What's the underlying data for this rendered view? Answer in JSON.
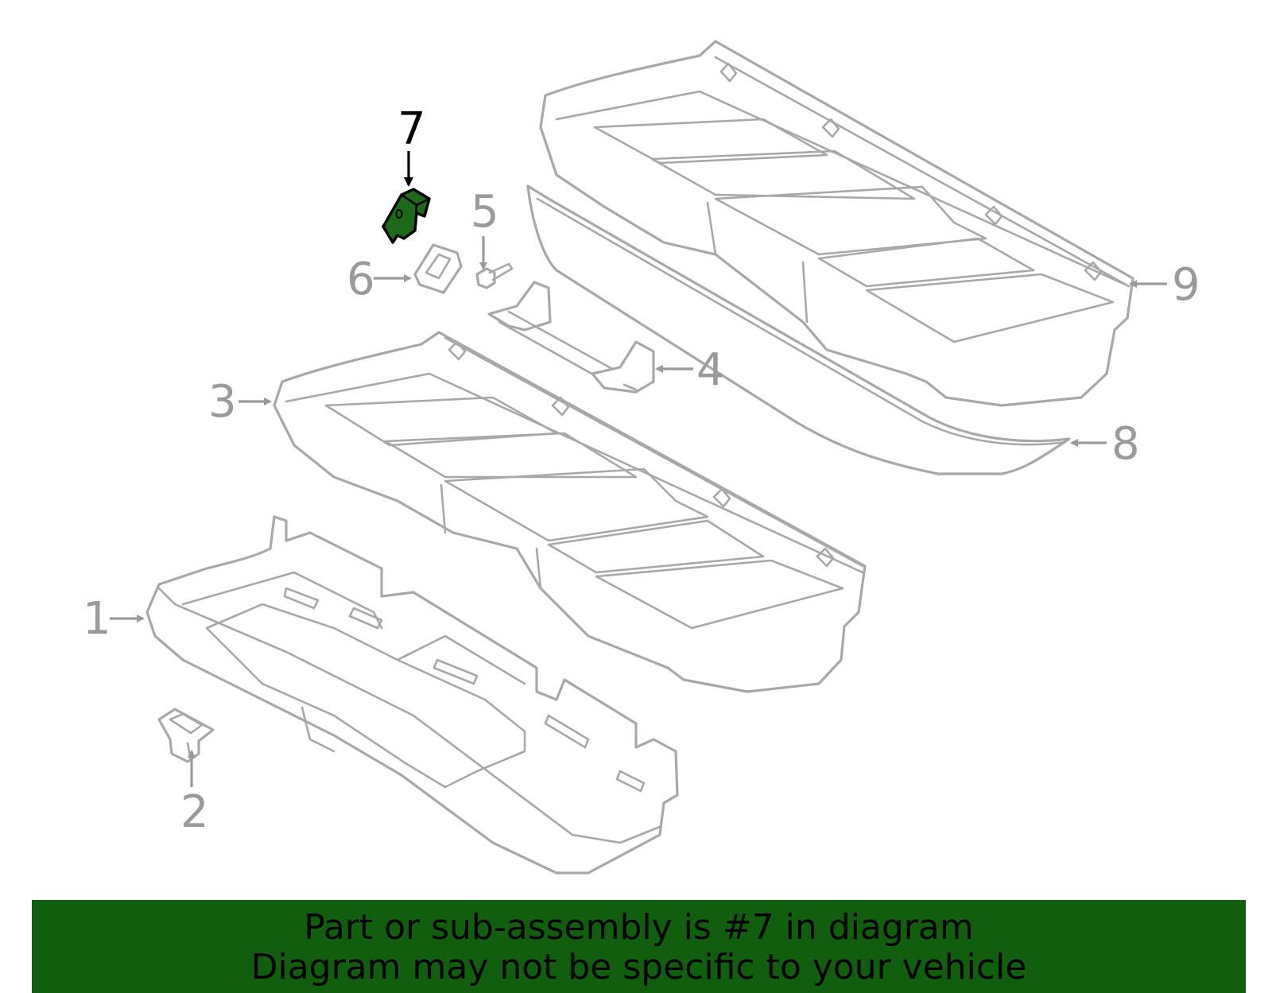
{
  "diagram": {
    "highlighted_part": "7",
    "highlight_color": "#1f6a1a",
    "callouts": {
      "c1": "1",
      "c2": "2",
      "c3": "3",
      "c4": "4",
      "c5": "5",
      "c6": "6",
      "c7": "7",
      "c8": "8",
      "c9": "9"
    }
  },
  "banner": {
    "line1": "Part or sub-assembly is #7 in diagram",
    "line2": "Diagram may not be specific to your vehicle",
    "background": "#115e0f"
  }
}
